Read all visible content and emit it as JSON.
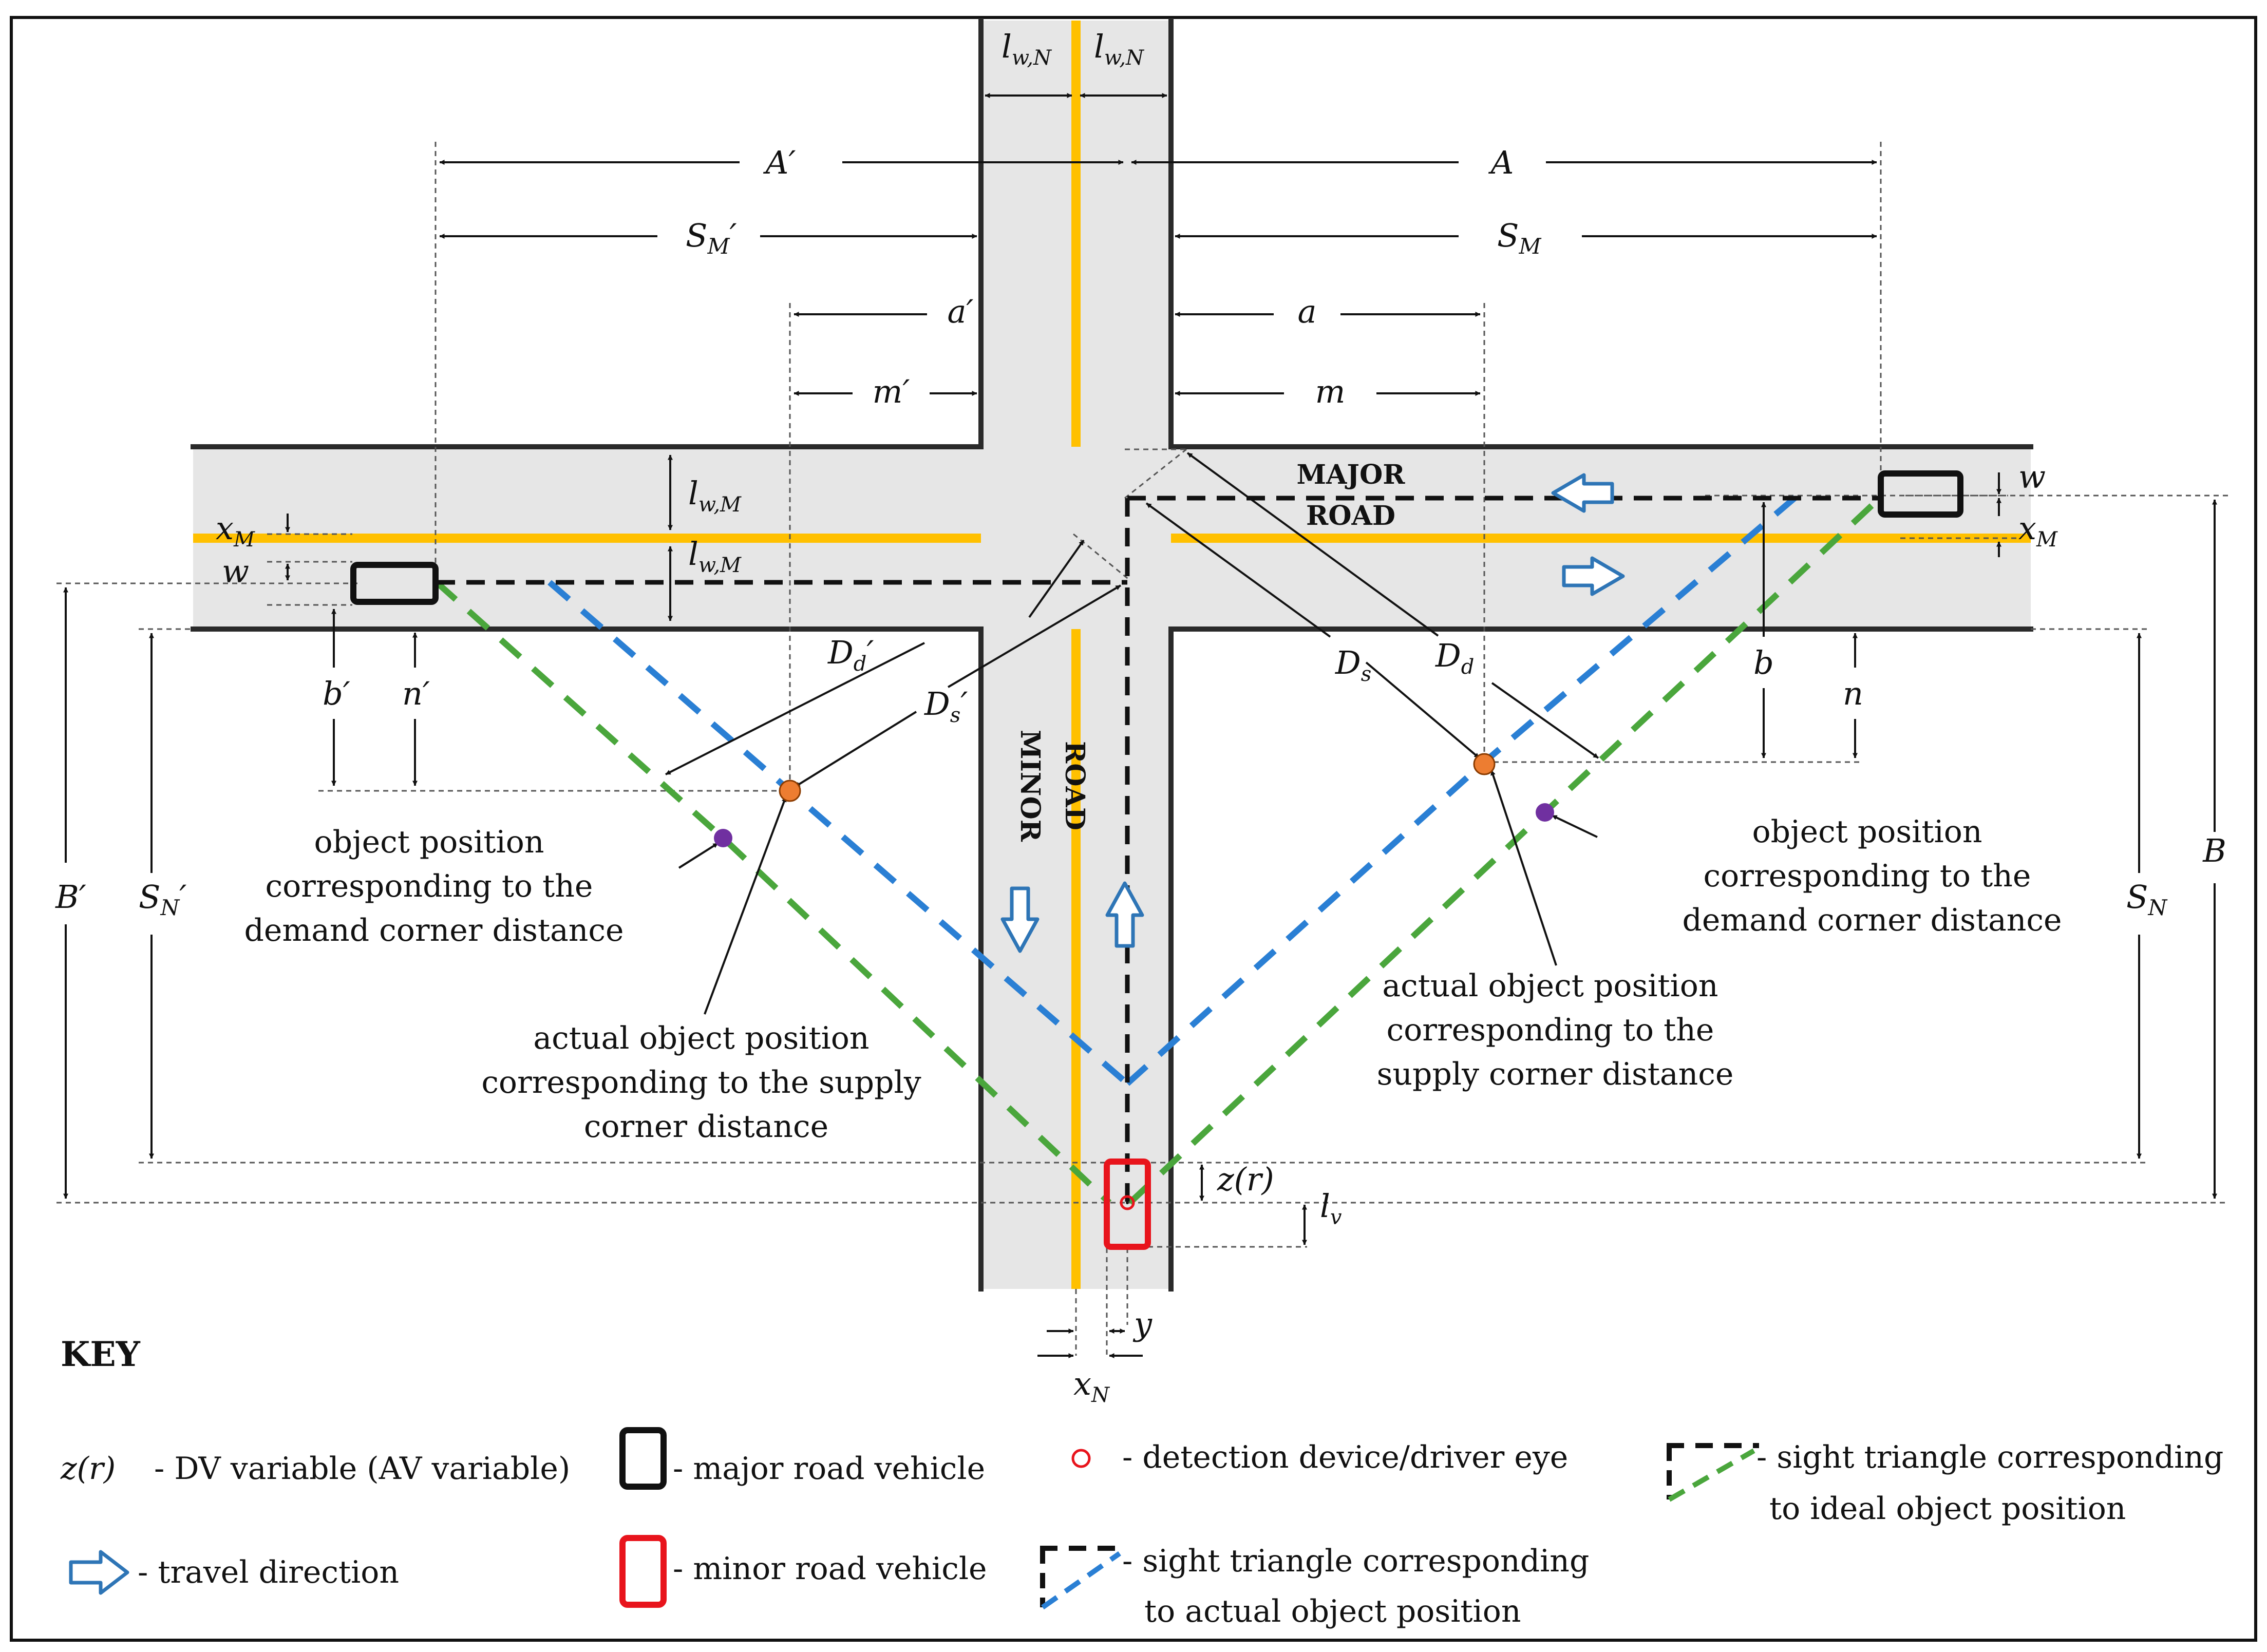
{
  "road_labels": {
    "major_line1": "MAJOR",
    "major_line2": "ROAD",
    "minor_line1": "MINOR",
    "minor_line2": "ROAD"
  },
  "dimensions": {
    "lwN_left": "l",
    "lwN_sub": "w,N",
    "A_prime": "A′",
    "A": "A",
    "SM_prime": "S",
    "SM_prime_sub": "M",
    "SM_prime_mark": "′",
    "SM": "S",
    "SM_sub": "M",
    "a_prime": "a′",
    "a": "a",
    "m_prime": "m′",
    "m": "m",
    "lwM": "l",
    "lwM_sub": "w,M",
    "xM": "x",
    "xM_sub": "M",
    "w": "w",
    "b_prime": "b′",
    "n_prime": "n′",
    "b": "b",
    "n": "n",
    "Dd_prime": "D",
    "Dd_prime_sub": "d",
    "Ds_prime": "D",
    "Ds_prime_sub": "s",
    "Ds": "D",
    "Ds_sub": "s",
    "Dd": "D",
    "Dd_sub": "d",
    "prime": "′",
    "B_prime": "B′",
    "SN_prime": "S",
    "SN_prime_sub": "N",
    "SN": "S",
    "SN_sub": "N",
    "B": "B",
    "zr": "z(r)",
    "lv": "l",
    "lv_sub": "v",
    "y": "y",
    "xN": "x",
    "xN_sub": "N"
  },
  "annotations": {
    "left_demand": [
      "object position",
      "corresponding to the",
      "demand corner distance"
    ],
    "left_supply": [
      "actual object position",
      "corresponding to the supply",
      "corner distance"
    ],
    "right_demand": [
      "object position",
      "corresponding to the",
      "demand corner distance"
    ],
    "right_supply": [
      "actual object position",
      "corresponding to the",
      "supply corner distance"
    ]
  },
  "key": {
    "title": "KEY",
    "dv_var": "z(r)",
    "dv_text": "- DV variable (AV variable)",
    "major_vehicle": "- major road vehicle",
    "detection": "- detection device/driver eye",
    "ideal_line1": "- sight triangle corresponding",
    "ideal_line2": "to ideal object position",
    "travel": "- travel direction",
    "minor_vehicle": "- minor road vehicle",
    "actual_line1": "- sight triangle corresponding",
    "actual_line2": "to actual object position"
  },
  "colors": {
    "road": "#e6e6e6",
    "centerline": "#ffc000",
    "green_line": "#4aa63c",
    "blue_line": "#2a7fd4",
    "arrow": "#2e75b6",
    "orange_dot": "#ed7d31",
    "purple_dot": "#7030a0",
    "minor_vehicle": "#e8141c"
  }
}
